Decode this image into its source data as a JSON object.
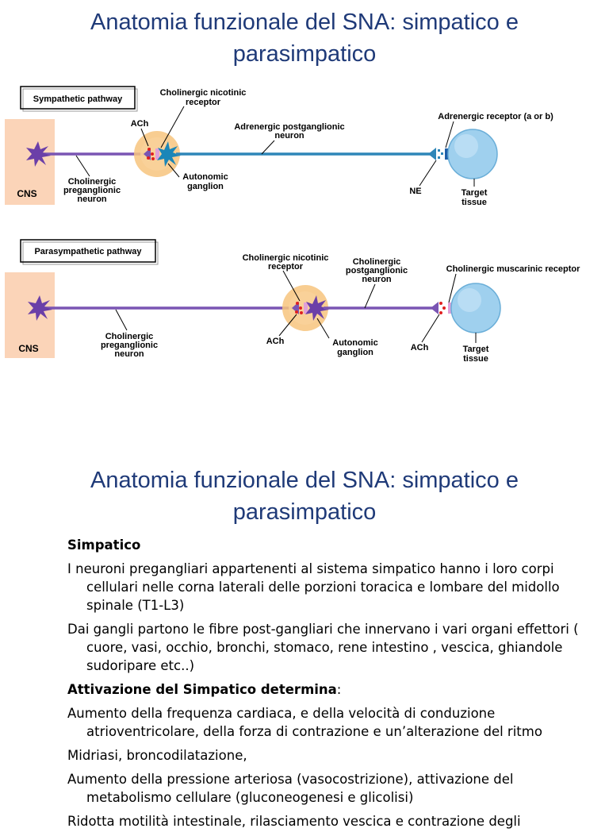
{
  "slide1": {
    "title_line1": "Anatomia funzionale del SNA: simpatico e",
    "title_line2": "parasimpatico"
  },
  "diagram": {
    "sympathetic": {
      "pathway_label": "Sympathetic pathway",
      "cns": "CNS",
      "preganglionic": [
        "Cholinergic",
        "preganglionic",
        "neuron"
      ],
      "ach": "ACh",
      "nicotinic_receptor": [
        "Cholinergic nicotinic",
        "receptor"
      ],
      "ganglion": [
        "Autonomic",
        "ganglion"
      ],
      "postganglionic": [
        "Adrenergic postganglionic",
        "neuron"
      ],
      "target_receptor": "Adrenergic receptor (a or b)",
      "ne": "NE",
      "target_tissue": [
        "Target",
        "tissue"
      ]
    },
    "parasympathetic": {
      "pathway_label": "Parasympathetic pathway",
      "cns": "CNS",
      "preganglionic": [
        "Cholinergic",
        "preganglionic",
        "neuron"
      ],
      "nicotinic_receptor": [
        "Cholinergic nicotinic",
        "receptor"
      ],
      "ach_ganglion": "ACh",
      "ganglion": [
        "Autonomic",
        "ganglion"
      ],
      "postganglionic": [
        "Cholinergic",
        "postganglionic",
        "neuron"
      ],
      "target_receptor": "Cholinergic muscarinic receptor",
      "ach_target": "ACh",
      "target_tissue": [
        "Target",
        "tissue"
      ]
    },
    "colors": {
      "cns_box": "#fbd4b8",
      "preganglionic_axon": "#7a55b3",
      "adrenergic_axon": "#2e86b8",
      "ganglion": "#f7c47e",
      "target_cell": "#9fd0ee",
      "neurotransmitter": "#e02020",
      "title": "#1f3a78"
    }
  },
  "slide2": {
    "title_line1": "Anatomia funzionale del SNA: simpatico e",
    "title_line2": "parasimpatico",
    "section_heading": "Simpatico",
    "paragraphs_1": [
      "I neuroni  pregangliari appartenenti al sistema simpatico hanno i loro corpi cellulari nelle corna laterali delle porzioni toracica e lombare del midollo spinale (T1-L3)",
      "Dai gangli partono le fibre post-gangliari che innervano i vari organi effettori ( cuore, vasi, occhio, bronchi, stomaco, rene intestino , vescica, ghiandole sudoripare etc..)"
    ],
    "activation_heading": "Attivazione del Simpatico determina",
    "activation_colon": ":",
    "paragraphs_2": [
      "Aumento della frequenza cardiaca, e della velocità di conduzione atrioventricolare, della forza di contrazione e un’alterazione del ritmo",
      "Midriasi, broncodilatazione,",
      "Aumento della pressione arteriosa (vasocostrizione), attivazione del metabolismo cellulare (gluconeogenesi e glicolisi)",
      "Ridotta motilità intestinale, rilasciamento vescica e contrazione degli"
    ]
  }
}
